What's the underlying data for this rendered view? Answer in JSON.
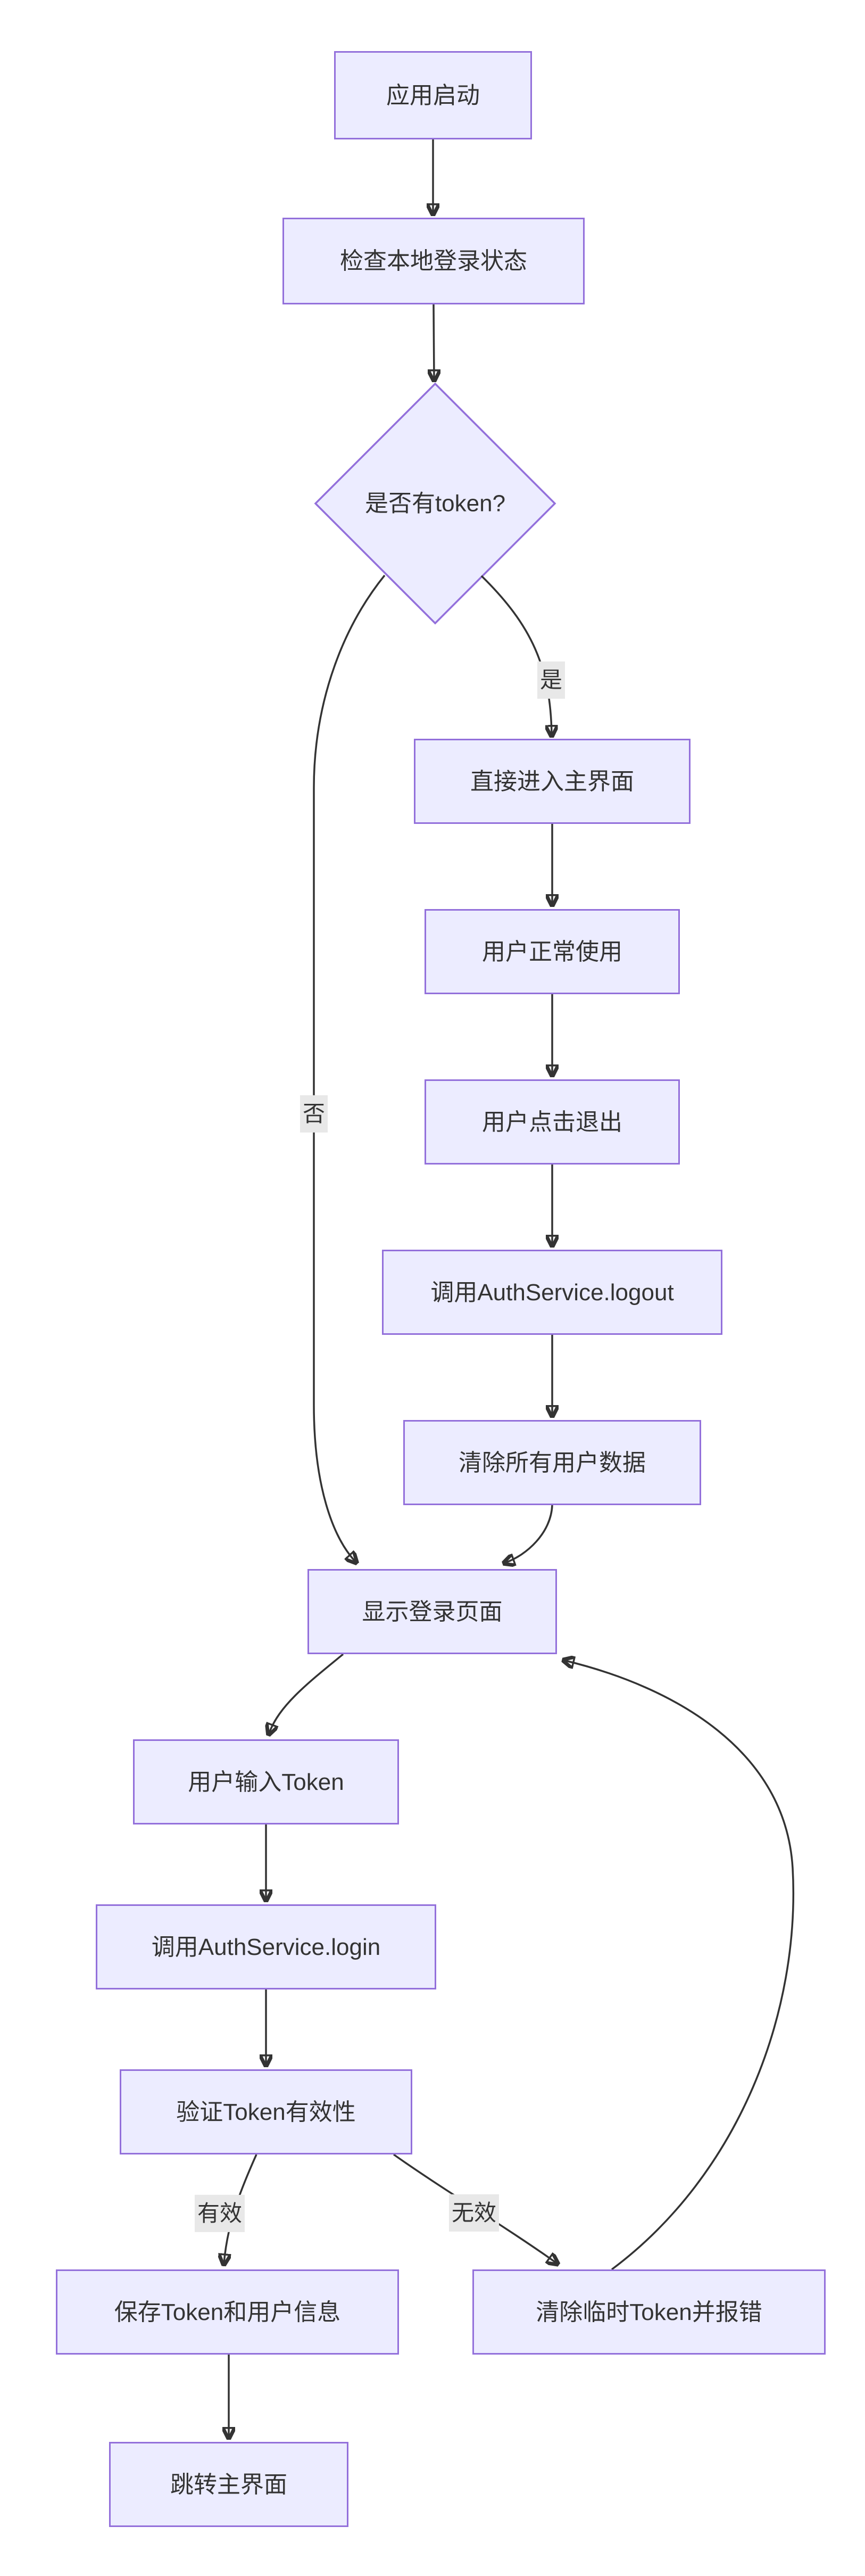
{
  "diagram": {
    "type": "flowchart-top-down",
    "colors": {
      "node_fill": "#ECECFF",
      "node_border": "#9370DB",
      "text": "#333333",
      "edge": "#333333",
      "edge_label_bg": "#e8e8e8",
      "background": "#ffffff"
    },
    "nodes": {
      "start": {
        "label": "应用启动"
      },
      "check_local": {
        "label": "检查本地登录状态"
      },
      "has_token": {
        "label": "是否有token?"
      },
      "enter_main": {
        "label": "直接进入主界面"
      },
      "normal_use": {
        "label": "用户正常使用"
      },
      "click_logout": {
        "label": "用户点击退出"
      },
      "call_logout": {
        "label": "调用AuthService.logout"
      },
      "clear_all": {
        "label": "清除所有用户数据"
      },
      "show_login": {
        "label": "显示登录页面"
      },
      "input_token": {
        "label": "用户输入Token"
      },
      "call_login": {
        "label": "调用AuthService.login"
      },
      "verify_token": {
        "label": "验证Token有效性"
      },
      "save_token": {
        "label": "保存Token和用户信息"
      },
      "goto_main": {
        "label": "跳转主界面"
      },
      "clear_temp": {
        "label": "清除临时Token并报错"
      }
    },
    "edge_labels": {
      "yes": "是",
      "no": "否",
      "valid": "有效",
      "invalid": "无效"
    },
    "edges": [
      {
        "from": "应用启动",
        "to": "检查本地登录状态",
        "label": ""
      },
      {
        "from": "检查本地登录状态",
        "to": "是否有token?",
        "label": ""
      },
      {
        "from": "是否有token?",
        "to": "直接进入主界面",
        "label": "是"
      },
      {
        "from": "是否有token?",
        "to": "显示登录页面",
        "label": "否"
      },
      {
        "from": "直接进入主界面",
        "to": "用户正常使用",
        "label": ""
      },
      {
        "from": "用户正常使用",
        "to": "用户点击退出",
        "label": ""
      },
      {
        "from": "用户点击退出",
        "to": "调用AuthService.logout",
        "label": ""
      },
      {
        "from": "调用AuthService.logout",
        "to": "清除所有用户数据",
        "label": ""
      },
      {
        "from": "清除所有用户数据",
        "to": "显示登录页面",
        "label": ""
      },
      {
        "from": "显示登录页面",
        "to": "用户输入Token",
        "label": ""
      },
      {
        "from": "用户输入Token",
        "to": "调用AuthService.login",
        "label": ""
      },
      {
        "from": "调用AuthService.login",
        "to": "验证Token有效性",
        "label": ""
      },
      {
        "from": "验证Token有效性",
        "to": "保存Token和用户信息",
        "label": "有效"
      },
      {
        "from": "验证Token有效性",
        "to": "清除临时Token并报错",
        "label": "无效"
      },
      {
        "from": "保存Token和用户信息",
        "to": "跳转主界面",
        "label": ""
      },
      {
        "from": "清除临时Token并报错",
        "to": "显示登录页面",
        "label": ""
      }
    ]
  }
}
